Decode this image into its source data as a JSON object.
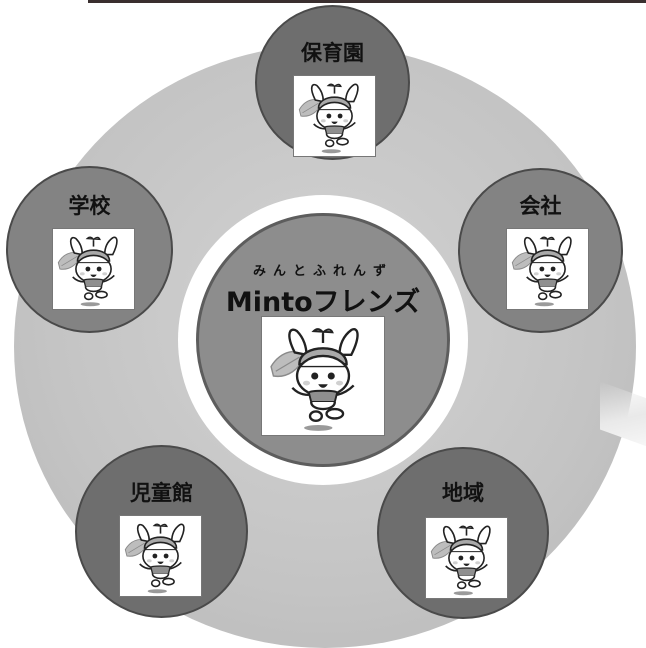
{
  "center": {
    "ruby": "みんとふれんず",
    "title": "Mintoフレンズ"
  },
  "nodes": {
    "hoikuen": "保育園",
    "gakkou": "学校",
    "kaisha": "会社",
    "jidoukan": "児童館",
    "chiiki": "地域"
  },
  "colors": {
    "ring": "#c4c4c4",
    "node": "#6e6e6e",
    "center": "#8d8d8d",
    "topline": "#3a2f2f"
  },
  "icons": {
    "mascot": "mascot-icon"
  }
}
